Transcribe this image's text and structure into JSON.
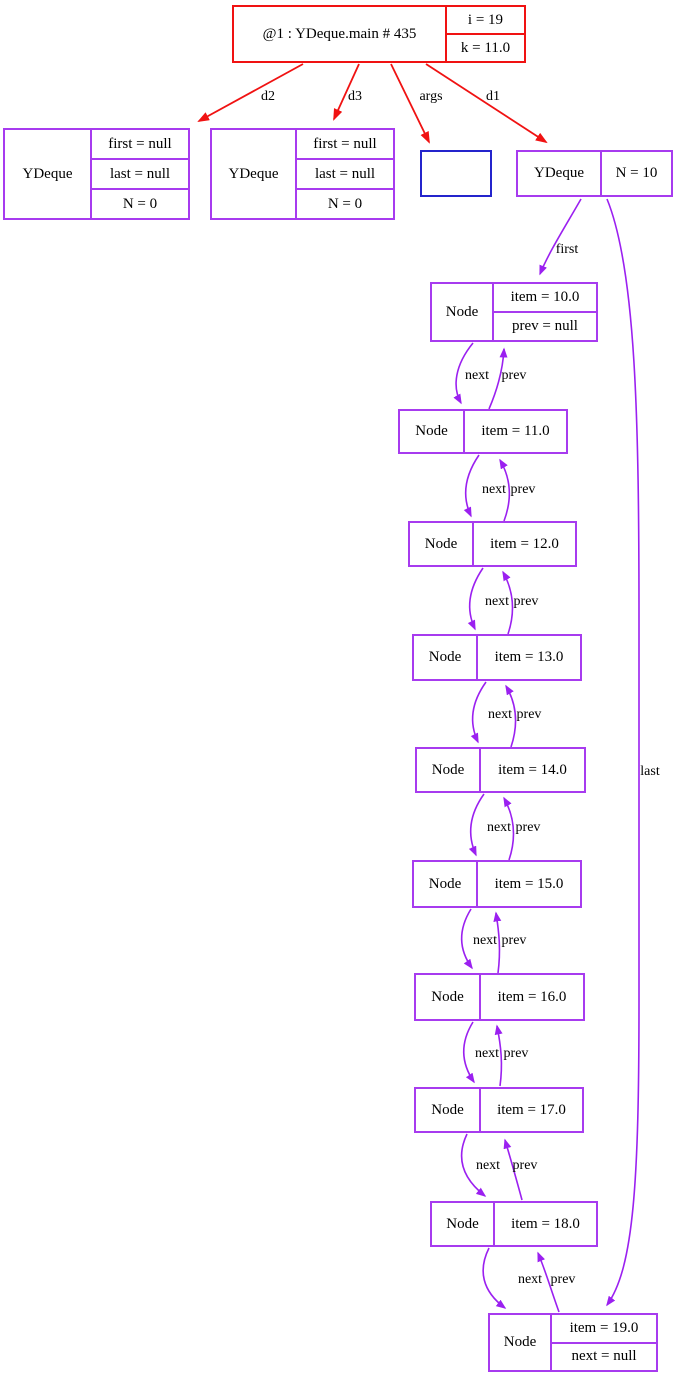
{
  "colors": {
    "frame": "#f01212",
    "obj": "#a73bef",
    "edge": "#9b20f0",
    "args": "#2424cc"
  },
  "stack_frame": {
    "title": "@1 : YDeque.main # 435",
    "fields": [
      "i = 19",
      "k = 11.0"
    ]
  },
  "frame_edge_labels": [
    "d2",
    "d3",
    "args",
    "d1"
  ],
  "deque_edge_labels": {
    "first": "first",
    "last": "last"
  },
  "empty_deques": [
    {
      "name": "YDeque",
      "fields": [
        "first = null",
        "last = null",
        "N = 0"
      ]
    },
    {
      "name": "YDeque",
      "fields": [
        "first = null",
        "last = null",
        "N = 0"
      ]
    }
  ],
  "main_deque": {
    "name": "YDeque",
    "fields": [
      "N = 10"
    ]
  },
  "nodes": [
    {
      "name": "Node",
      "fields": [
        "item = 10.0",
        "prev = null"
      ]
    },
    {
      "name": "Node",
      "fields": [
        "item = 11.0"
      ]
    },
    {
      "name": "Node",
      "fields": [
        "item = 12.0"
      ]
    },
    {
      "name": "Node",
      "fields": [
        "item = 13.0"
      ]
    },
    {
      "name": "Node",
      "fields": [
        "item = 14.0"
      ]
    },
    {
      "name": "Node",
      "fields": [
        "item = 15.0"
      ]
    },
    {
      "name": "Node",
      "fields": [
        "item = 16.0"
      ]
    },
    {
      "name": "Node",
      "fields": [
        "item = 17.0"
      ]
    },
    {
      "name": "Node",
      "fields": [
        "item = 18.0"
      ]
    },
    {
      "name": "Node",
      "fields": [
        "item = 19.0",
        "next = null"
      ]
    }
  ],
  "link_labels": [
    {
      "next": "next",
      "prev": "prev"
    },
    {
      "next": "next",
      "prev": "prev"
    },
    {
      "next": "next",
      "prev": "prev"
    },
    {
      "next": "next",
      "prev": "prev"
    },
    {
      "next": "next",
      "prev": "prev"
    },
    {
      "next": "next",
      "prev": "prev"
    },
    {
      "next": "next",
      "prev": "prev"
    },
    {
      "next": "next",
      "prev": "prev"
    },
    {
      "next": "next",
      "prev": "prev"
    }
  ]
}
